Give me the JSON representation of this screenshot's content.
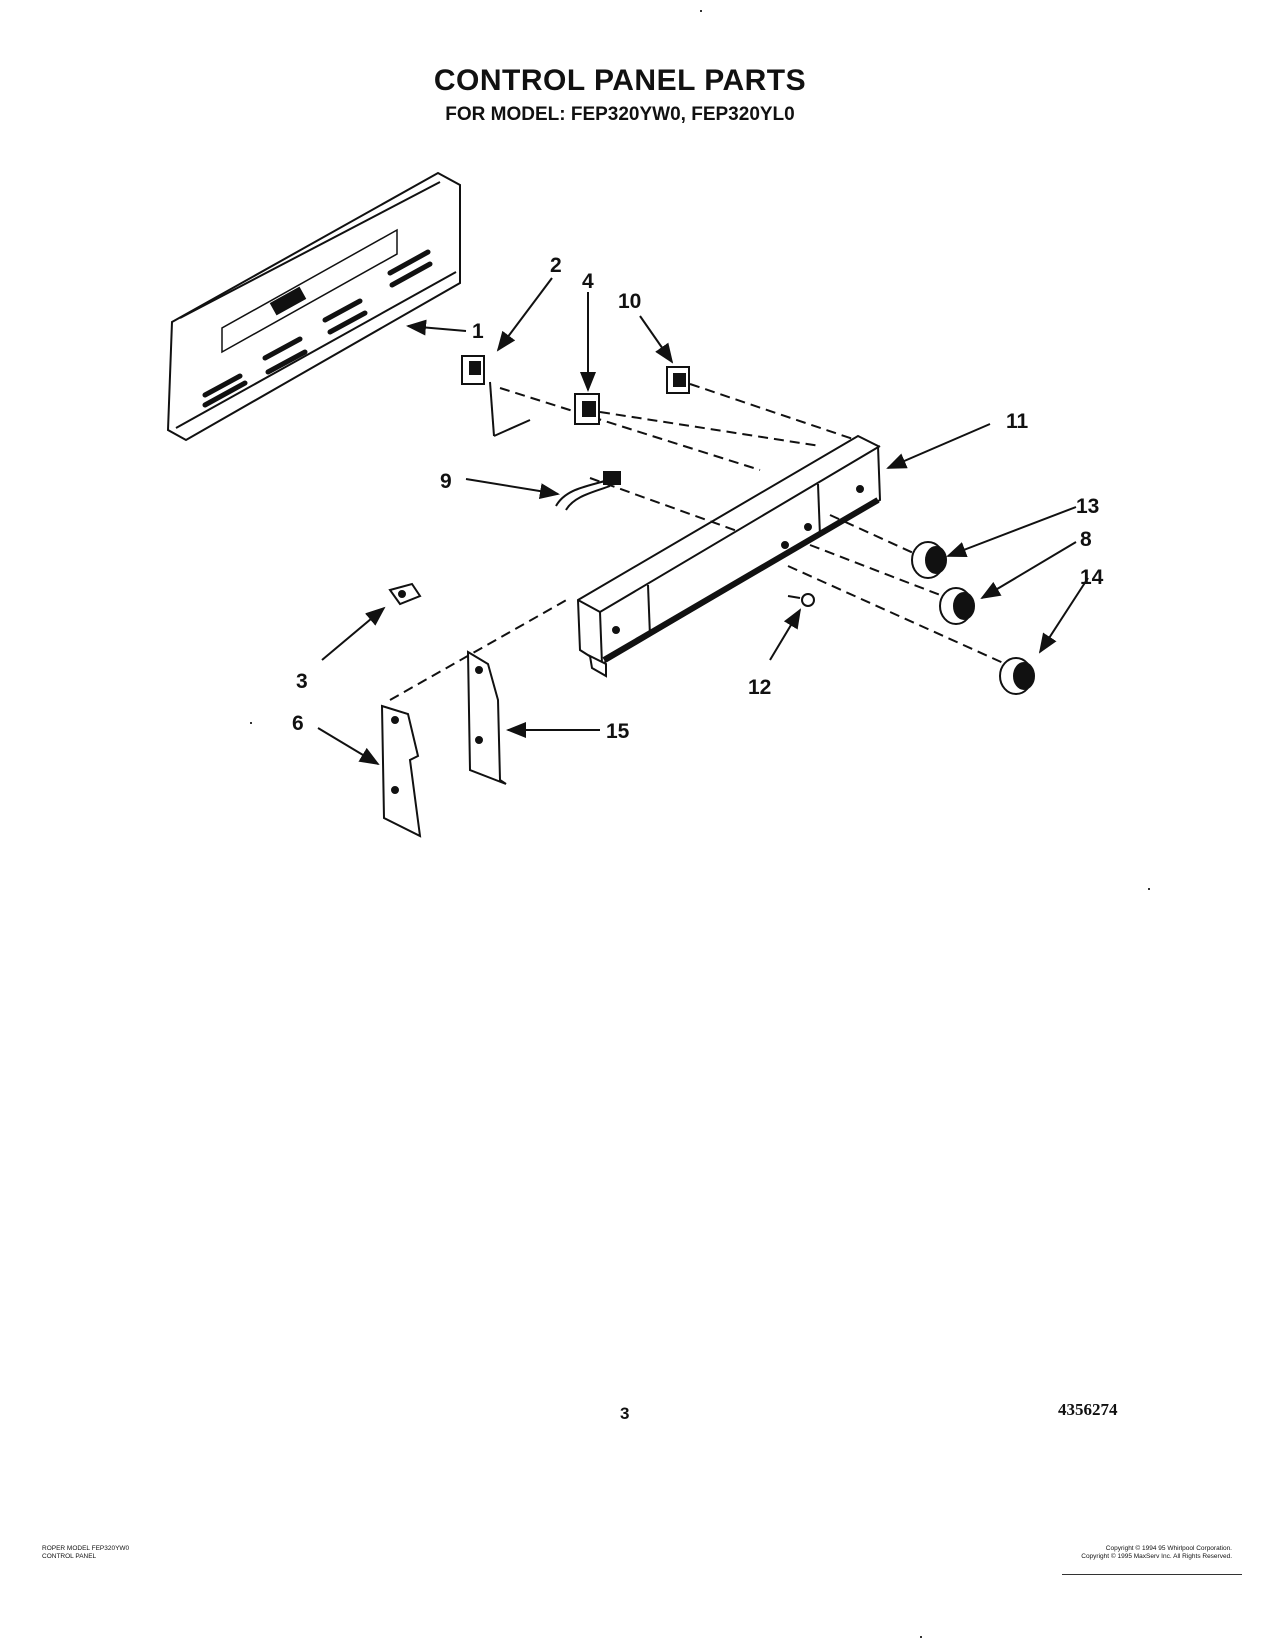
{
  "header": {
    "title": "CONTROL PANEL PARTS",
    "subtitle": "FOR MODEL: FEP320YW0, FEP320YL0"
  },
  "callouts": [
    "1",
    "2",
    "3",
    "4",
    "6",
    "8",
    "9",
    "10",
    "11",
    "12",
    "13",
    "14",
    "15"
  ],
  "page": {
    "number": "3",
    "document_number": "4356274"
  },
  "footer": {
    "left_line1": "Roper Model FEP320YW0",
    "left_line2": "CONTROL PANEL",
    "right_line1": "Copyright © 1994 95 Whirlpool Corporation.",
    "right_line2": "Copyright © 1995 MaxServ Inc. All Rights Reserved."
  }
}
